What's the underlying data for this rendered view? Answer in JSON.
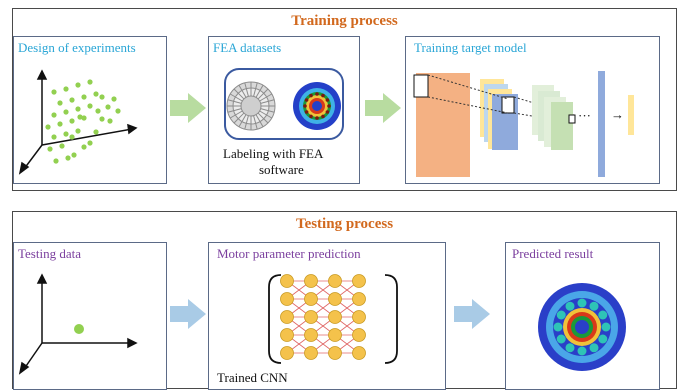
{
  "training": {
    "title": "Training process",
    "design": {
      "title": "Design of experiments"
    },
    "fea": {
      "title": "FEA datasets",
      "caption_line1": "Labeling with FEA",
      "caption_line2": "software"
    },
    "target": {
      "title": "Training  target model",
      "ellipsis": "···",
      "arrow": "→"
    }
  },
  "testing": {
    "title": "Testing process",
    "data": {
      "title": "Testing data"
    },
    "prediction": {
      "title": "Motor parameter prediction",
      "caption": "Trained CNN"
    },
    "result": {
      "title": "Predicted result"
    }
  },
  "colors": {
    "section_title": "#d2691e",
    "panel_title_training": "#2aa6d6",
    "panel_title_testing": "#7b3f9e",
    "arrow_training": "#b8dca0",
    "arrow_testing": "#a9cbe6",
    "scatter_points": "#92d050",
    "neuron": "#f4c24b"
  }
}
